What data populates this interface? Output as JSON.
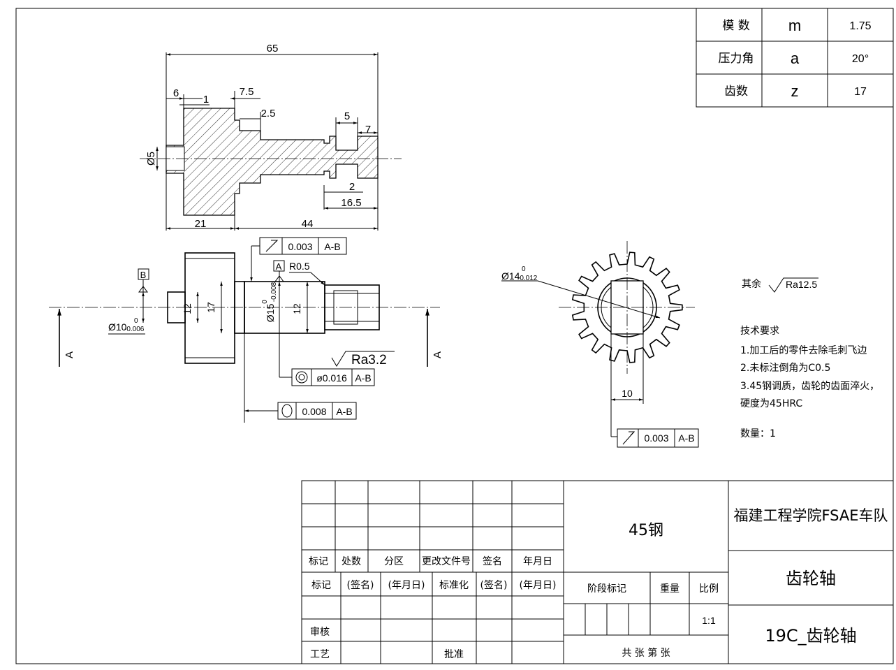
{
  "gear_params": [
    {
      "label": "模 数",
      "symbol": "m",
      "value": "1.75"
    },
    {
      "label": "压力角",
      "symbol": "a",
      "value": "20°"
    },
    {
      "label": "齿数",
      "symbol": "z",
      "value": "17"
    }
  ],
  "section_dims": {
    "total_length": "65",
    "left_step": "6",
    "left_step_small": "1",
    "flange_step": "7.5",
    "groove_width": "2.5",
    "right_step": "5",
    "right_end": "7",
    "bore_dia": "Ø5",
    "groove_right": "2",
    "right_length": "16.5",
    "flange_length": "21",
    "shaft_length": "44"
  },
  "front_view": {
    "datum_b": "B",
    "datum_a": "A",
    "dia_left": "Ø10",
    "dia_left_tol_upper": "0",
    "dia_left_tol_lower": "-0.006",
    "dia_12_left": "12",
    "dia_17": "17",
    "dia_15": "Ø15",
    "dia_15_tol_upper": "0",
    "dia_15_tol_lower": "-0.008",
    "dia_12_right": "12",
    "radius": "R0.5",
    "roughness": "Ra3.2",
    "view_arrow_left": "A",
    "view_arrow_right": "A"
  },
  "tolerance_frames": [
    {
      "symbol": "runout-icon",
      "value": "0.003",
      "datum": "A-B"
    },
    {
      "symbol": "concentricity-icon",
      "value": "ø0.016",
      "datum": "A-B"
    },
    {
      "symbol": "cylindricity-icon",
      "value": "0.008",
      "datum": "A-B"
    },
    {
      "symbol": "runout-icon",
      "value": "0.003",
      "datum": "A-B"
    }
  ],
  "gear_view": {
    "bore_dia": "Ø14",
    "bore_tol_upper": "0",
    "bore_tol_lower": "-0.012",
    "keyway_width": "10"
  },
  "notes": {
    "rest_roughness_prefix": "其余",
    "rest_roughness": "Ra12.5",
    "title": "技术要求",
    "items": [
      "1.加工后的零件去除毛刺飞边",
      "2.未标注倒角为C0.5",
      "3.45钢调质，齿轮的齿面淬火，",
      "硬度为45HRC"
    ],
    "quantity": "数量：1"
  },
  "title_block": {
    "headers": [
      "标记",
      "处数",
      "分区",
      "更改文件号",
      "签名",
      "年月日"
    ],
    "sign_row": [
      "标记",
      "(签名)",
      "(年月日)",
      "标准化",
      "(签名)",
      "(年月日)"
    ],
    "review": "审核",
    "process": "工艺",
    "approve": "批准",
    "stage_mark": "阶段标记",
    "weight": "重量",
    "scale_label": "比例",
    "scale": "1:1",
    "sheets": "共 张 第 张",
    "material": "45钢",
    "organization": "福建工程学院FSAE车队",
    "part_name": "齿轮轴",
    "drawing_no": "19C_齿轮轴"
  }
}
